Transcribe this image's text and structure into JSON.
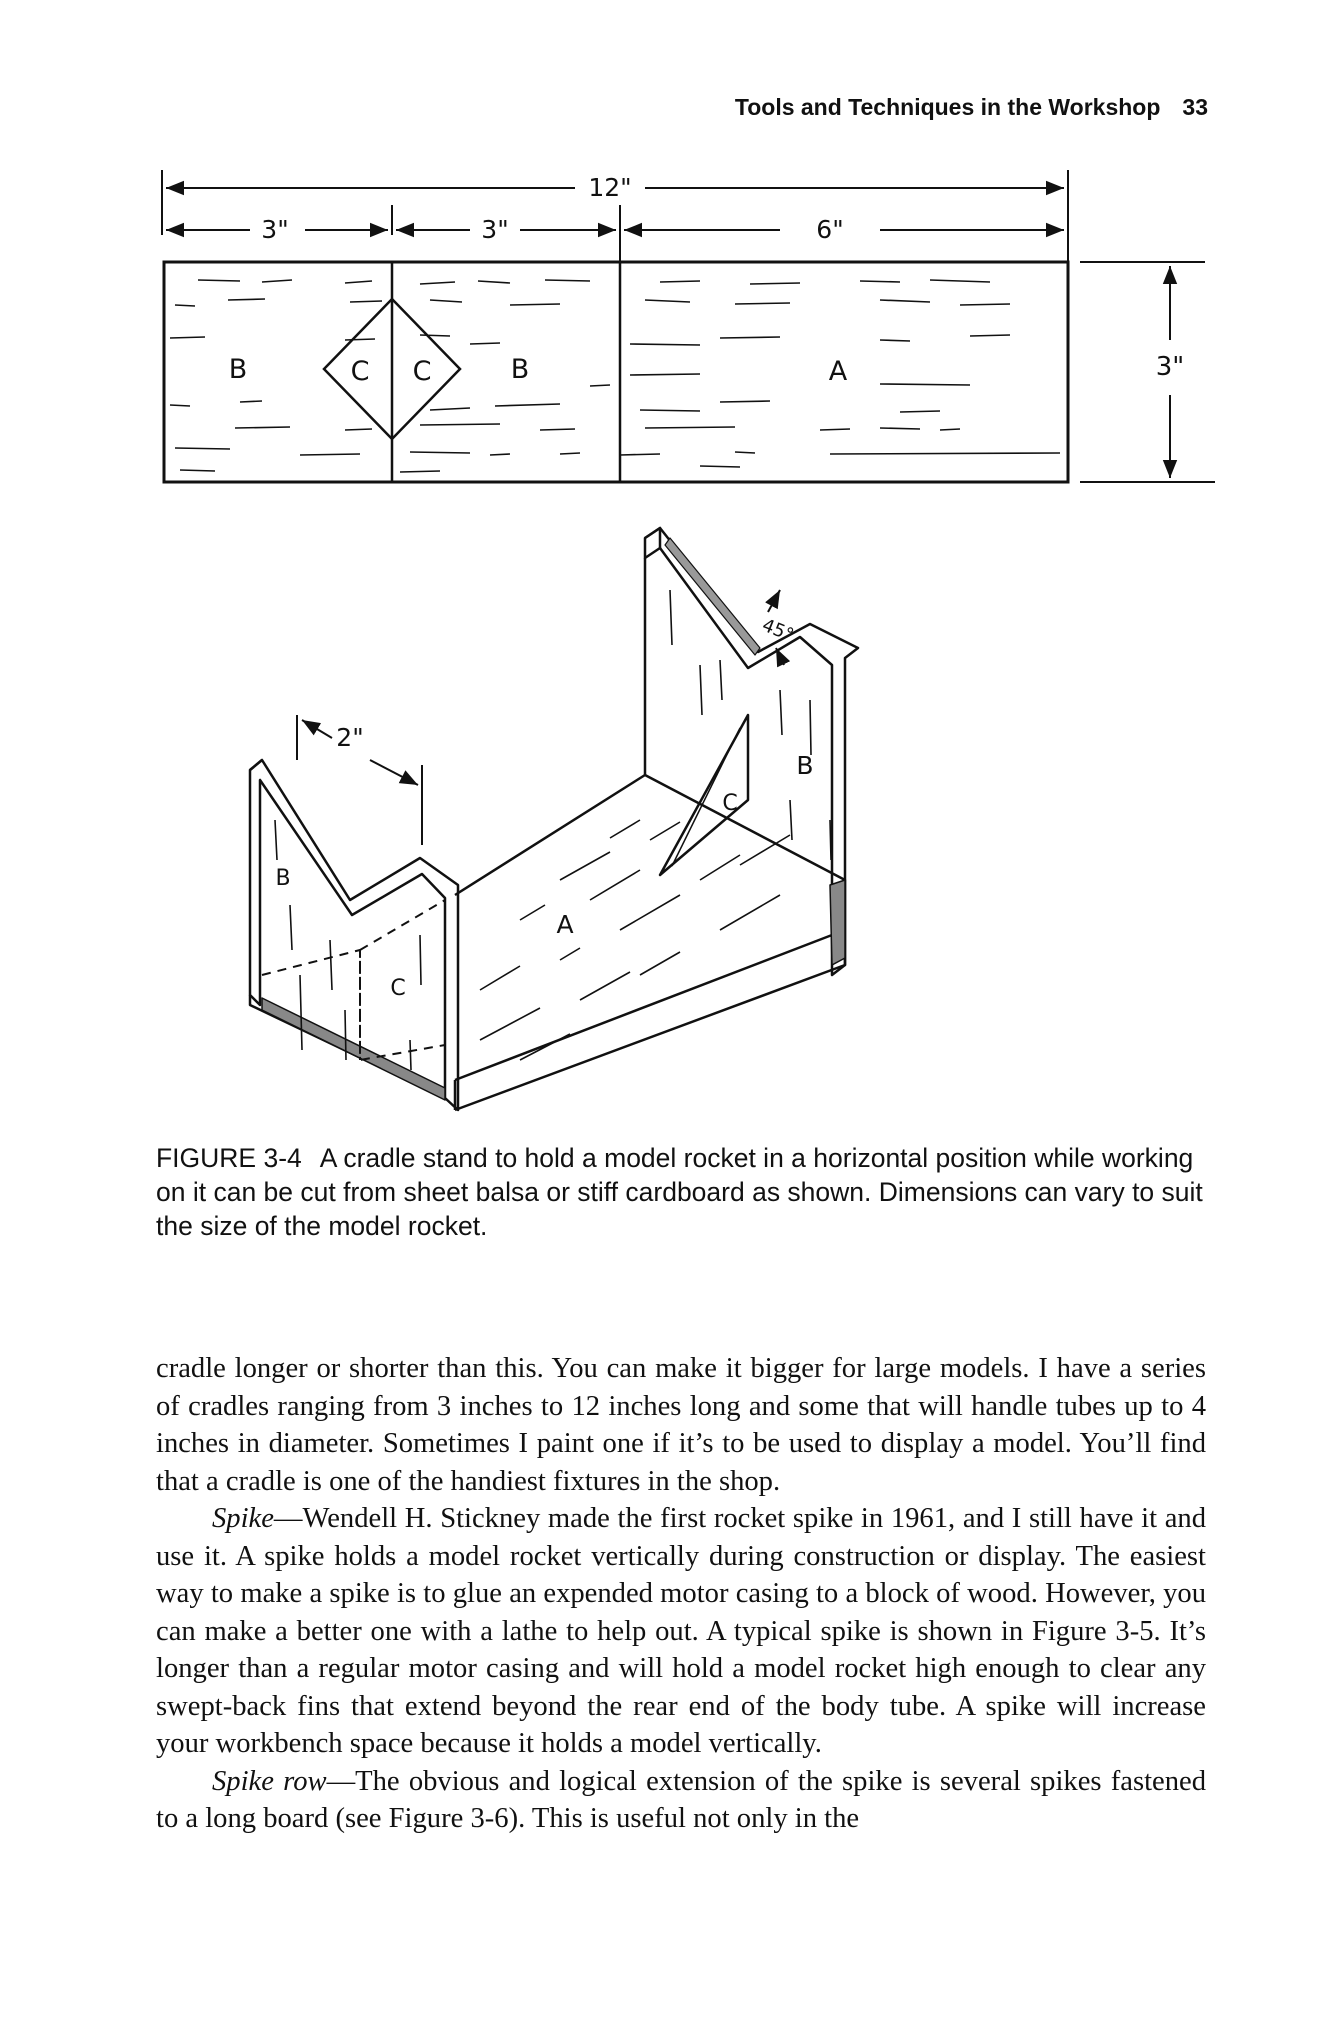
{
  "header": {
    "title": "Tools and Techniques in the Workshop",
    "page_number": "33"
  },
  "figure": {
    "dims": {
      "overall": "12\"",
      "left": "3\"",
      "middle": "3\"",
      "right": "6\"",
      "height": "3\"",
      "notch": "2\"",
      "angle": "45°"
    },
    "piece_labels": {
      "b": "B",
      "c": "C",
      "a": "A"
    },
    "caption": {
      "label": "FIGURE 3-4",
      "text": "A cradle stand to hold a model rocket in a horizontal position while working on it can be cut from sheet balsa or stiff cardboard as shown. Dimensions can vary to suit the size of the model rocket."
    }
  },
  "body": {
    "p1": "cradle longer or shorter than this. You can make it bigger for large models. I have a series of cradles ranging from 3 inches to 12 inches long and some that will handle tubes up to 4 inches in diameter. Sometimes I paint one if it’s to be used to display a model. You’ll find that a cradle is one of the handiest fixtures in the shop.",
    "p2_term": "Spike",
    "p2": "—Wendell H. Stickney made the first rocket spike in 1961, and I still have it and use it. A spike holds a model rocket vertically during construction or display. The easiest way to make a spike is to glue an expended motor casing to a block of wood. However, you can make a better one with a lathe to help out. A typical spike is shown in Figure 3-5. It’s longer than a regular motor casing and will hold a model rocket high enough to clear any swept-back fins that extend beyond the rear end of the body tube. A spike will increase your workbench space because it holds a model vertically.",
    "p3_term": "Spike row",
    "p3": "—The obvious and logical extension of the spike is several spikes fastened to a long board (see Figure 3-6). This is useful not only in the"
  }
}
